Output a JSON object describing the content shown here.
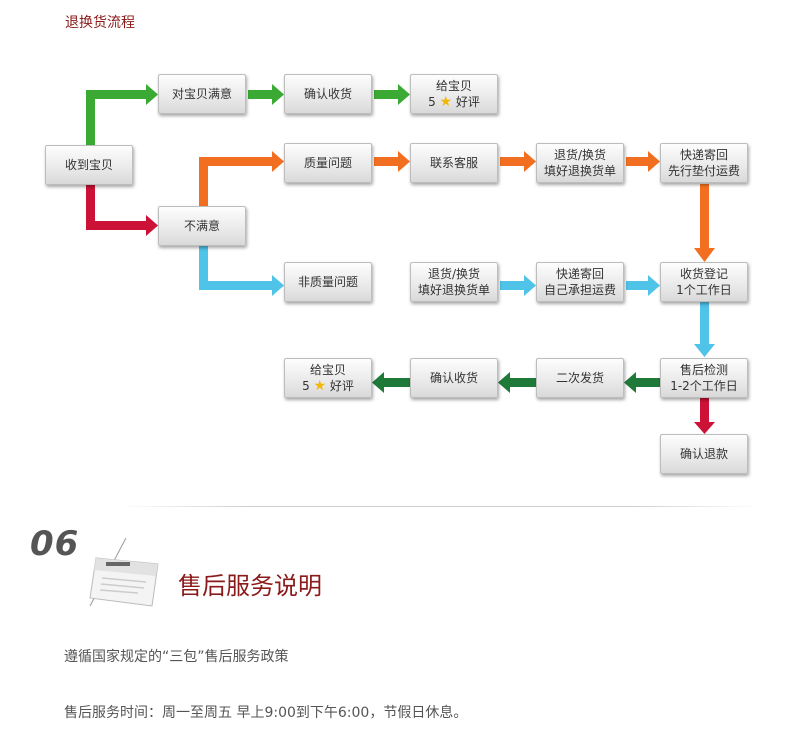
{
  "title": "退换货流程",
  "colors": {
    "green": "#3aaa35",
    "red": "#cc1236",
    "orange": "#f26f21",
    "blue": "#4fc3e8",
    "dark_green": "#1f7a3a",
    "title": "#8b1a1a"
  },
  "boxes": {
    "receive": "收到宝贝",
    "satisfied": "对宝贝满意",
    "confirm_top": "确认收货",
    "rate_top": {
      "line1": "给宝贝",
      "num": "5",
      "suffix": "好评"
    },
    "unsatisfied": "不满意",
    "quality": "质量问题",
    "contact": "联系客服",
    "return_fill_top": {
      "line1": "退货/换货",
      "line2": "填好退换货单"
    },
    "express_seller": {
      "line1": "快递寄回",
      "line2": "先行垫付运费"
    },
    "non_quality": "非质量问题",
    "return_fill_bottom": {
      "line1": "退货/换货",
      "line2": "填好退换货单"
    },
    "express_self": {
      "line1": "快递寄回",
      "line2": "自己承担运费"
    },
    "register": {
      "line1": "收货登记",
      "line2": "1个工作日"
    },
    "inspect": {
      "line1": "售后检测",
      "line2": "1-2个工作日"
    },
    "resend": "二次发货",
    "confirm_bottom": "确认收货",
    "rate_bottom": {
      "line1": "给宝贝",
      "num": "5",
      "suffix": "好评"
    },
    "refund": "确认退款"
  },
  "section": {
    "number": "06",
    "title": "售后服务说明"
  },
  "policy_text": "遵循国家规定的“三包”售后服务政策",
  "hours_text": "售后服务时间：周一至周五 早上9:00到下午6:00，节假日休息。"
}
